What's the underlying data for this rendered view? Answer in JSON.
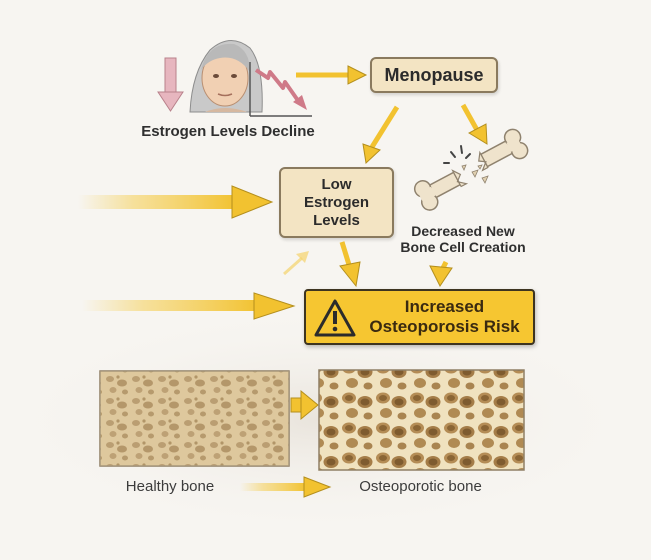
{
  "labels": {
    "estrogen_decline": "Estrogen Levels Decline",
    "menopause": "Menopause",
    "low_estrogen": [
      "Low",
      "Estrogen",
      "Levels"
    ],
    "decreased_bone": [
      "Decreased New",
      "Bone Cell Creation"
    ],
    "increased_risk": [
      "Increased",
      "Osteoporosis Risk"
    ],
    "healthy_bone": "Healthy bone",
    "osteoporotic_bone": "Osteoporotic bone"
  },
  "icons": [
    "woman-portrait-icon",
    "down-arrow-icon",
    "declining-graph-icon",
    "broken-bone-icon",
    "warning-triangle-icon"
  ],
  "colors": {
    "arrow_yellow": "#f2c230",
    "box_beige": "#f3e4c3",
    "risk_yellow": "#f6c631",
    "bone_healthy": "#e8d3a6",
    "bone_porous": "#f1e3c2"
  }
}
